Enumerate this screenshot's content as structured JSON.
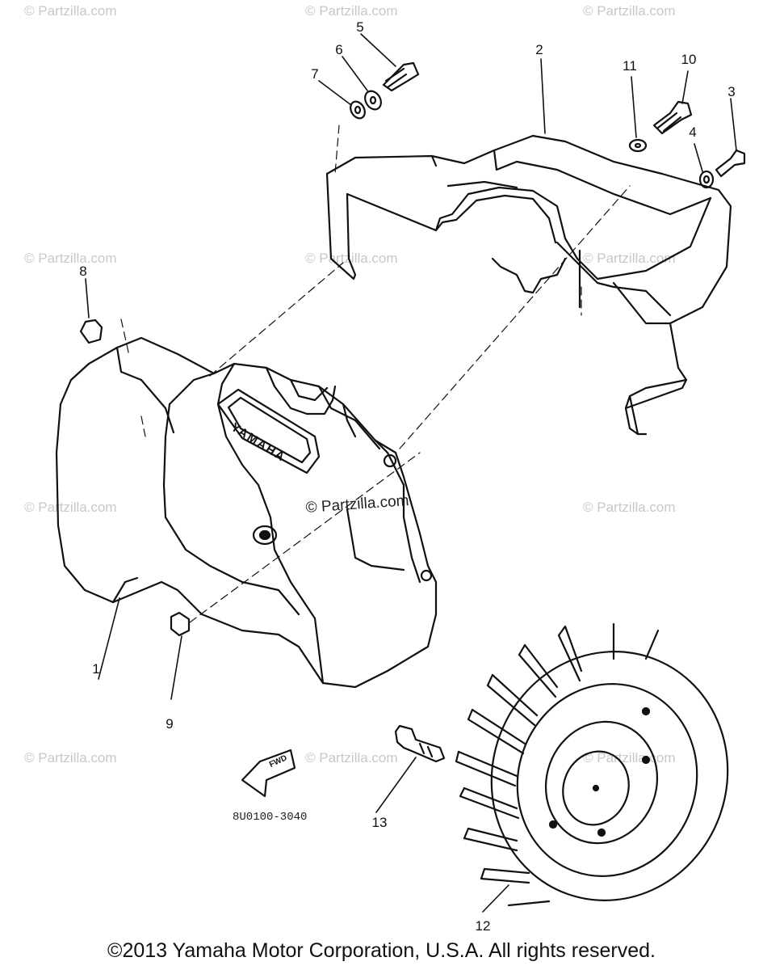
{
  "watermark": "© Partzilla.com",
  "center_watermark": "© Partzilla.com",
  "callouts": [
    "1",
    "2",
    "3",
    "4",
    "5",
    "6",
    "7",
    "8",
    "9",
    "10",
    "11",
    "12",
    "13"
  ],
  "emblem_text": "YAMAHA",
  "fwd_label": "FWD",
  "diagram_code": "8U0100-3040",
  "copyright": "©2013 Yamaha Motor Corporation, U.S.A. All rights reserved."
}
